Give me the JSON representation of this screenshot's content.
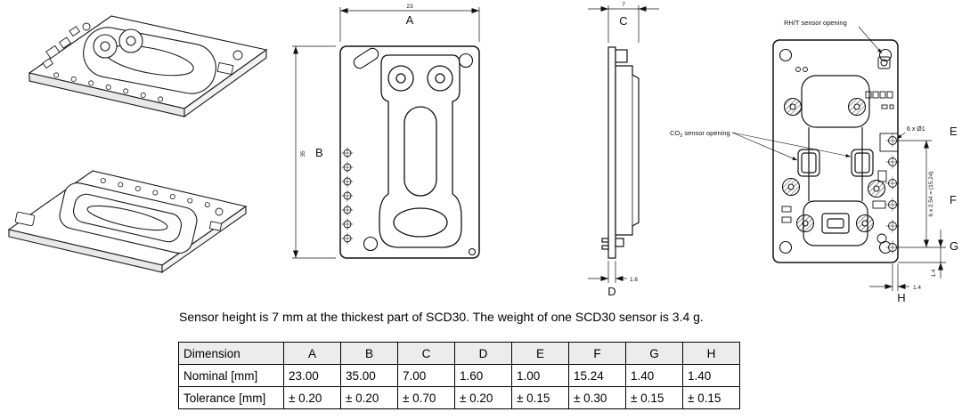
{
  "front_view": {
    "dim_a_value": "23",
    "dim_a_label": "A",
    "dim_b_value": "35",
    "dim_b_label": "B"
  },
  "side_view": {
    "dim_c_value": "7",
    "dim_c_label": "C",
    "dim_d_value": "1.6",
    "dim_d_label": "D"
  },
  "back_view": {
    "rht_annotation": "RH/T sensor opening",
    "co2_prefix": "CO",
    "co2_sub": "2",
    "co2_suffix": " sensor opening",
    "holes_annotation": "6 x Ø1",
    "pitch_annotation": "6 x 2.54 = (15.24)",
    "dim_e_label": "E",
    "dim_f_label": "F",
    "dim_g_label": "G",
    "dim_h_label": "H",
    "dim_g_value": "1.4",
    "dim_h_value": "1.4"
  },
  "note": "Sensor height is 7 mm at the thickest part of SCD30. The weight of one SCD30 sensor is 3.4 g.",
  "table": {
    "headers": [
      "Dimension",
      "A",
      "B",
      "C",
      "D",
      "E",
      "F",
      "G",
      "H"
    ],
    "rows": [
      {
        "label": "Nominal [mm]",
        "values": [
          "23.00",
          "35.00",
          "7.00",
          "1.60",
          "1.00",
          "15.24",
          "1.40",
          "1.40"
        ]
      },
      {
        "label": "Tolerance [mm]",
        "values": [
          "± 0.20",
          "± 0.20",
          "± 0.70",
          "± 0.20",
          "± 0.15",
          "± 0.30",
          "± 0.15",
          "± 0.15"
        ]
      }
    ]
  }
}
